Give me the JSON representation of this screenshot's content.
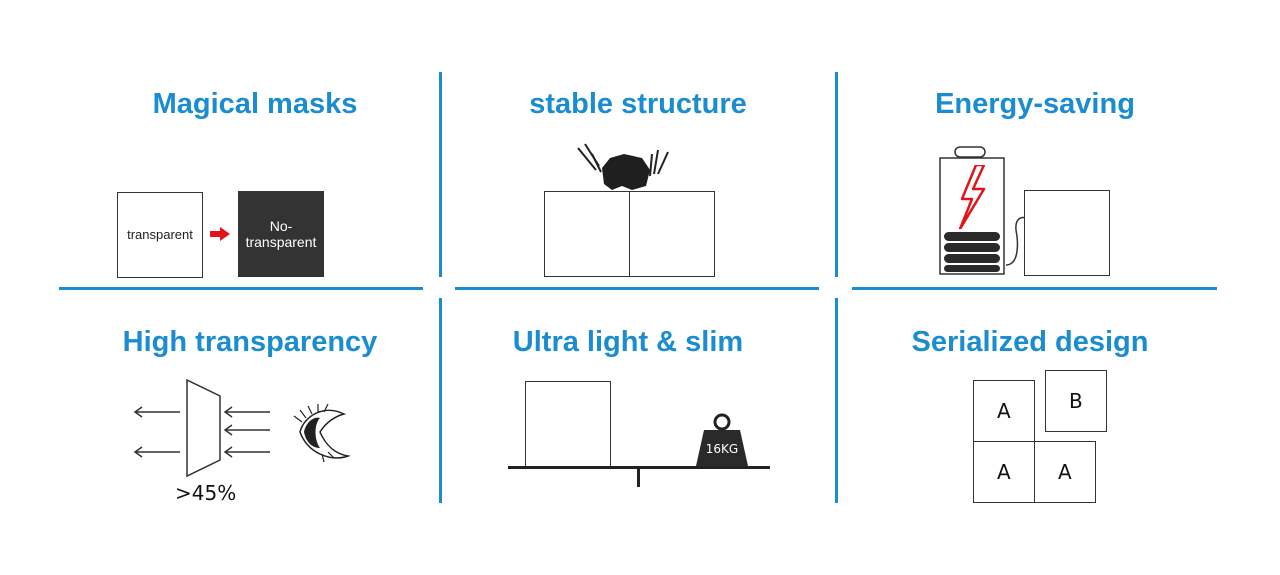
{
  "colors": {
    "accent": "#1a8cd0",
    "arrow_red": "#e2141a",
    "dark_fill": "#333333"
  },
  "features": [
    {
      "id": "magical-masks",
      "title": "Magical masks",
      "labels": {
        "before": "transparent",
        "after": "No-\ntransparent"
      }
    },
    {
      "id": "stable-structure",
      "title": "stable structure"
    },
    {
      "id": "energy-saving",
      "title": "Energy-saving"
    },
    {
      "id": "high-transparency",
      "title": "High transparency",
      "labels": {
        "percent": ">45%"
      }
    },
    {
      "id": "ultra-light-slim",
      "title": "Ultra light & slim",
      "labels": {
        "weight": "16KG"
      }
    },
    {
      "id": "serialized-design",
      "title": "Serialized design",
      "labels": {
        "tiles": [
          "A",
          "B",
          "A",
          "A"
        ]
      }
    }
  ],
  "icons": [
    "arrow-right-icon",
    "rock-icon",
    "battery-icon",
    "lightning-icon",
    "plug-cable-icon",
    "arrow-left-icon",
    "eye-icon",
    "weight-icon",
    "balance-scale-icon"
  ]
}
